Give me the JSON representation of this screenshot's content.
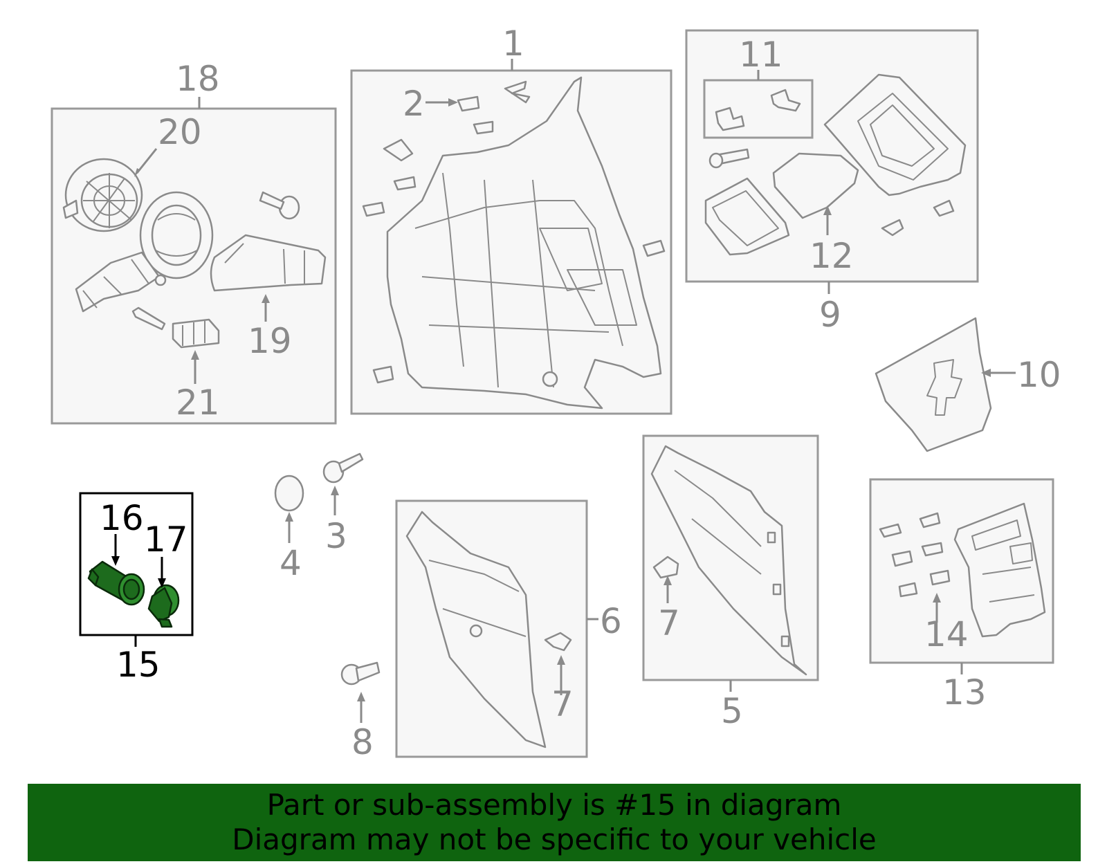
{
  "callouts": {
    "c1": "1",
    "c2": "2",
    "c3": "3",
    "c4": "4",
    "c5": "5",
    "c6": "6",
    "c7a": "7",
    "c7b": "7",
    "c8": "8",
    "c9": "9",
    "c10": "10",
    "c11": "11",
    "c12": "12",
    "c13": "13",
    "c14": "14",
    "c15": "15",
    "c16": "16",
    "c17": "17",
    "c18": "18",
    "c19": "19",
    "c20": "20",
    "c21": "21"
  },
  "highlight": {
    "part_number": "15",
    "color": "#0f640f",
    "part_fill": "#1d6b1d"
  },
  "banner": {
    "line1": "Part or sub-assembly is #15 in diagram",
    "line2": "Diagram may not be specific to your vehicle"
  }
}
